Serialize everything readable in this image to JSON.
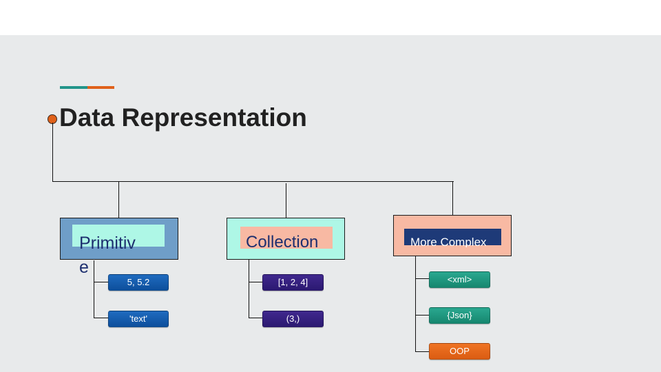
{
  "title": "Data Representation",
  "colors": {
    "accent_teal": "#22958a",
    "accent_orange": "#e0611a",
    "primitive_box": "#6f9ec8",
    "collection_box": "#aef7e6",
    "complex_box": "#f8b9a3",
    "leaf_blue": "#1560b0",
    "leaf_purple": "#35207f",
    "leaf_teal": "#1f9a80",
    "leaf_orange": "#e8681c"
  },
  "categories": [
    {
      "label": "Primitiv\ne",
      "items": [
        "5, 5.2",
        "'text'"
      ]
    },
    {
      "label": "Collection",
      "items": [
        "[1, 2, 4]",
        "(3,)"
      ]
    },
    {
      "label": "More Complex",
      "items": [
        "<xml>",
        "{Json}",
        "OOP"
      ]
    }
  ]
}
